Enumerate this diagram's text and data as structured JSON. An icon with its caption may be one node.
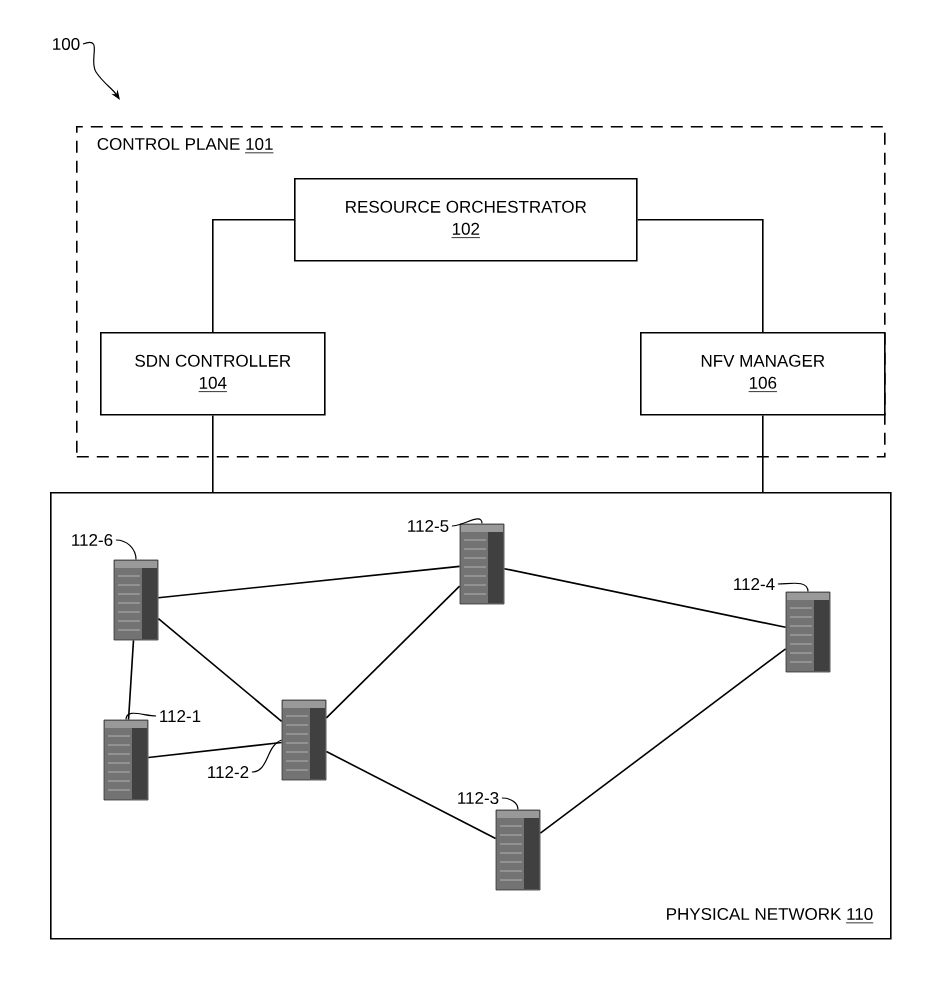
{
  "diagram": {
    "nodes": [
      {
        "text": [
          "100"
        ]
      },
      {
        "text": [
          "CONTROL PLANE",
          "101"
        ]
      },
      {
        "text": [
          "RESOURCE ORCHESTRATOR",
          "102"
        ],
        "in": 1
      },
      {
        "text": [
          "SDN CONTROLLER",
          "104"
        ],
        "in": 1
      },
      {
        "text": [
          "NFV MANAGER",
          "106"
        ],
        "in": 1
      },
      {
        "text": [
          "PHYSICAL NETWORK",
          "110"
        ]
      },
      {
        "text": [
          "112-1"
        ],
        "in": 5
      },
      {
        "text": [],
        "shape": "picture",
        "in": 5
      },
      {
        "text": [
          "112-2"
        ],
        "in": 5
      },
      {
        "text": [],
        "shape": "picture",
        "in": 5
      },
      {
        "text": [
          "112-3"
        ],
        "in": 5
      },
      {
        "text": [],
        "shape": "picture",
        "in": 5
      },
      {
        "text": [
          "112-4"
        ],
        "in": 5
      },
      {
        "text": [],
        "shape": "picture",
        "in": 5
      },
      {
        "text": [
          "112-5"
        ],
        "in": 5
      },
      {
        "text": [],
        "shape": "picture",
        "in": 5
      },
      {
        "text": [
          "112-6"
        ],
        "in": 5
      },
      {
        "text": [],
        "shape": "picture",
        "in": 5
      }
    ],
    "edges": [
      {
        "from": 0,
        "to": null,
        "arrow": "to"
      },
      {
        "from": 2,
        "to": 3,
        "arrow": "none"
      },
      {
        "from": 2,
        "to": 4,
        "arrow": "none"
      },
      {
        "from": 3,
        "to": 5,
        "arrow": "none"
      },
      {
        "from": 4,
        "to": 5,
        "arrow": "none"
      },
      {
        "from": 6,
        "to": 7,
        "arrow": "none"
      },
      {
        "from": 8,
        "to": 9,
        "arrow": "none"
      },
      {
        "from": 10,
        "to": 11,
        "arrow": "none"
      },
      {
        "from": 12,
        "to": 13,
        "arrow": "none"
      },
      {
        "from": 14,
        "to": 15,
        "arrow": "none"
      },
      {
        "from": 16,
        "to": 17,
        "arrow": "none"
      },
      {
        "from": 17,
        "to": 15,
        "arrow": "none"
      },
      {
        "from": 17,
        "to": 9,
        "arrow": "none"
      },
      {
        "from": 17,
        "to": 7,
        "arrow": "none"
      },
      {
        "from": 7,
        "to": 9,
        "arrow": "none"
      },
      {
        "from": 9,
        "to": 15,
        "arrow": "none"
      },
      {
        "from": 15,
        "to": 13,
        "arrow": "none"
      },
      {
        "from": 9,
        "to": 11,
        "arrow": "none"
      },
      {
        "from": 11,
        "to": 13,
        "arrow": "none"
      }
    ]
  }
}
